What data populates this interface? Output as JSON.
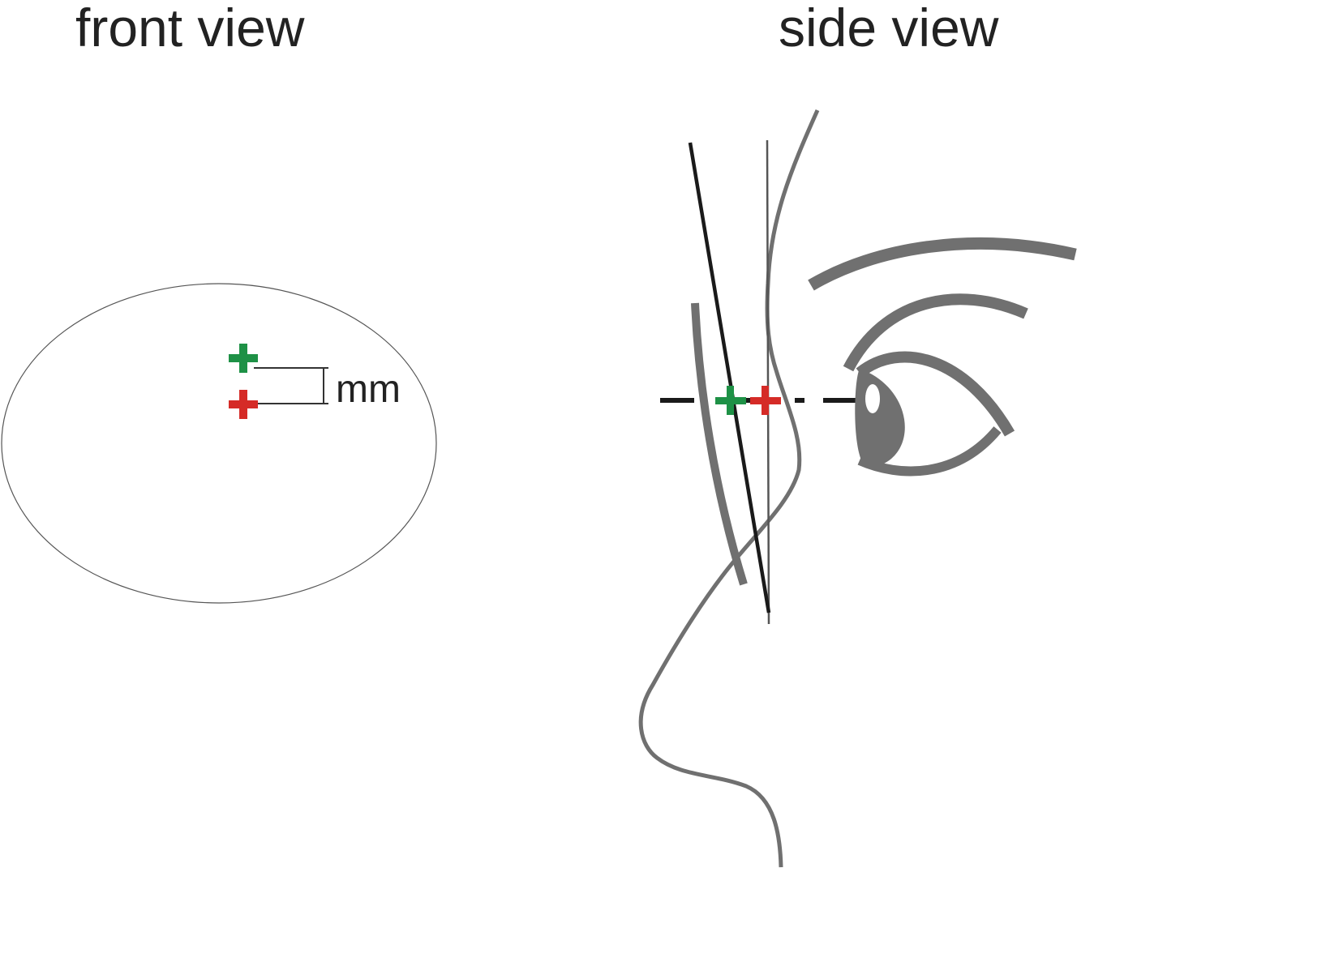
{
  "front_view": {
    "title": "front view",
    "measurement_unit": "mm",
    "markers": [
      {
        "name": "green-cross",
        "color": "#1e9146"
      },
      {
        "name": "red-cross",
        "color": "#d52b27"
      }
    ]
  },
  "side_view": {
    "title": "side view",
    "markers": [
      {
        "name": "green-cross",
        "color": "#1e9146"
      },
      {
        "name": "red-cross",
        "color": "#d52b27"
      }
    ]
  },
  "colors": {
    "text": "#222222",
    "face_outline": "#707070",
    "lens_line": "#1a1a1a",
    "axis_line": "#1a1a1a",
    "ellipse_outline": "#555555",
    "green_marker": "#1e9146",
    "red_marker": "#d52b27"
  },
  "icons": [
    "eye-icon",
    "eyebrow-icon",
    "nose-profile-icon",
    "plus-marker-icon"
  ]
}
